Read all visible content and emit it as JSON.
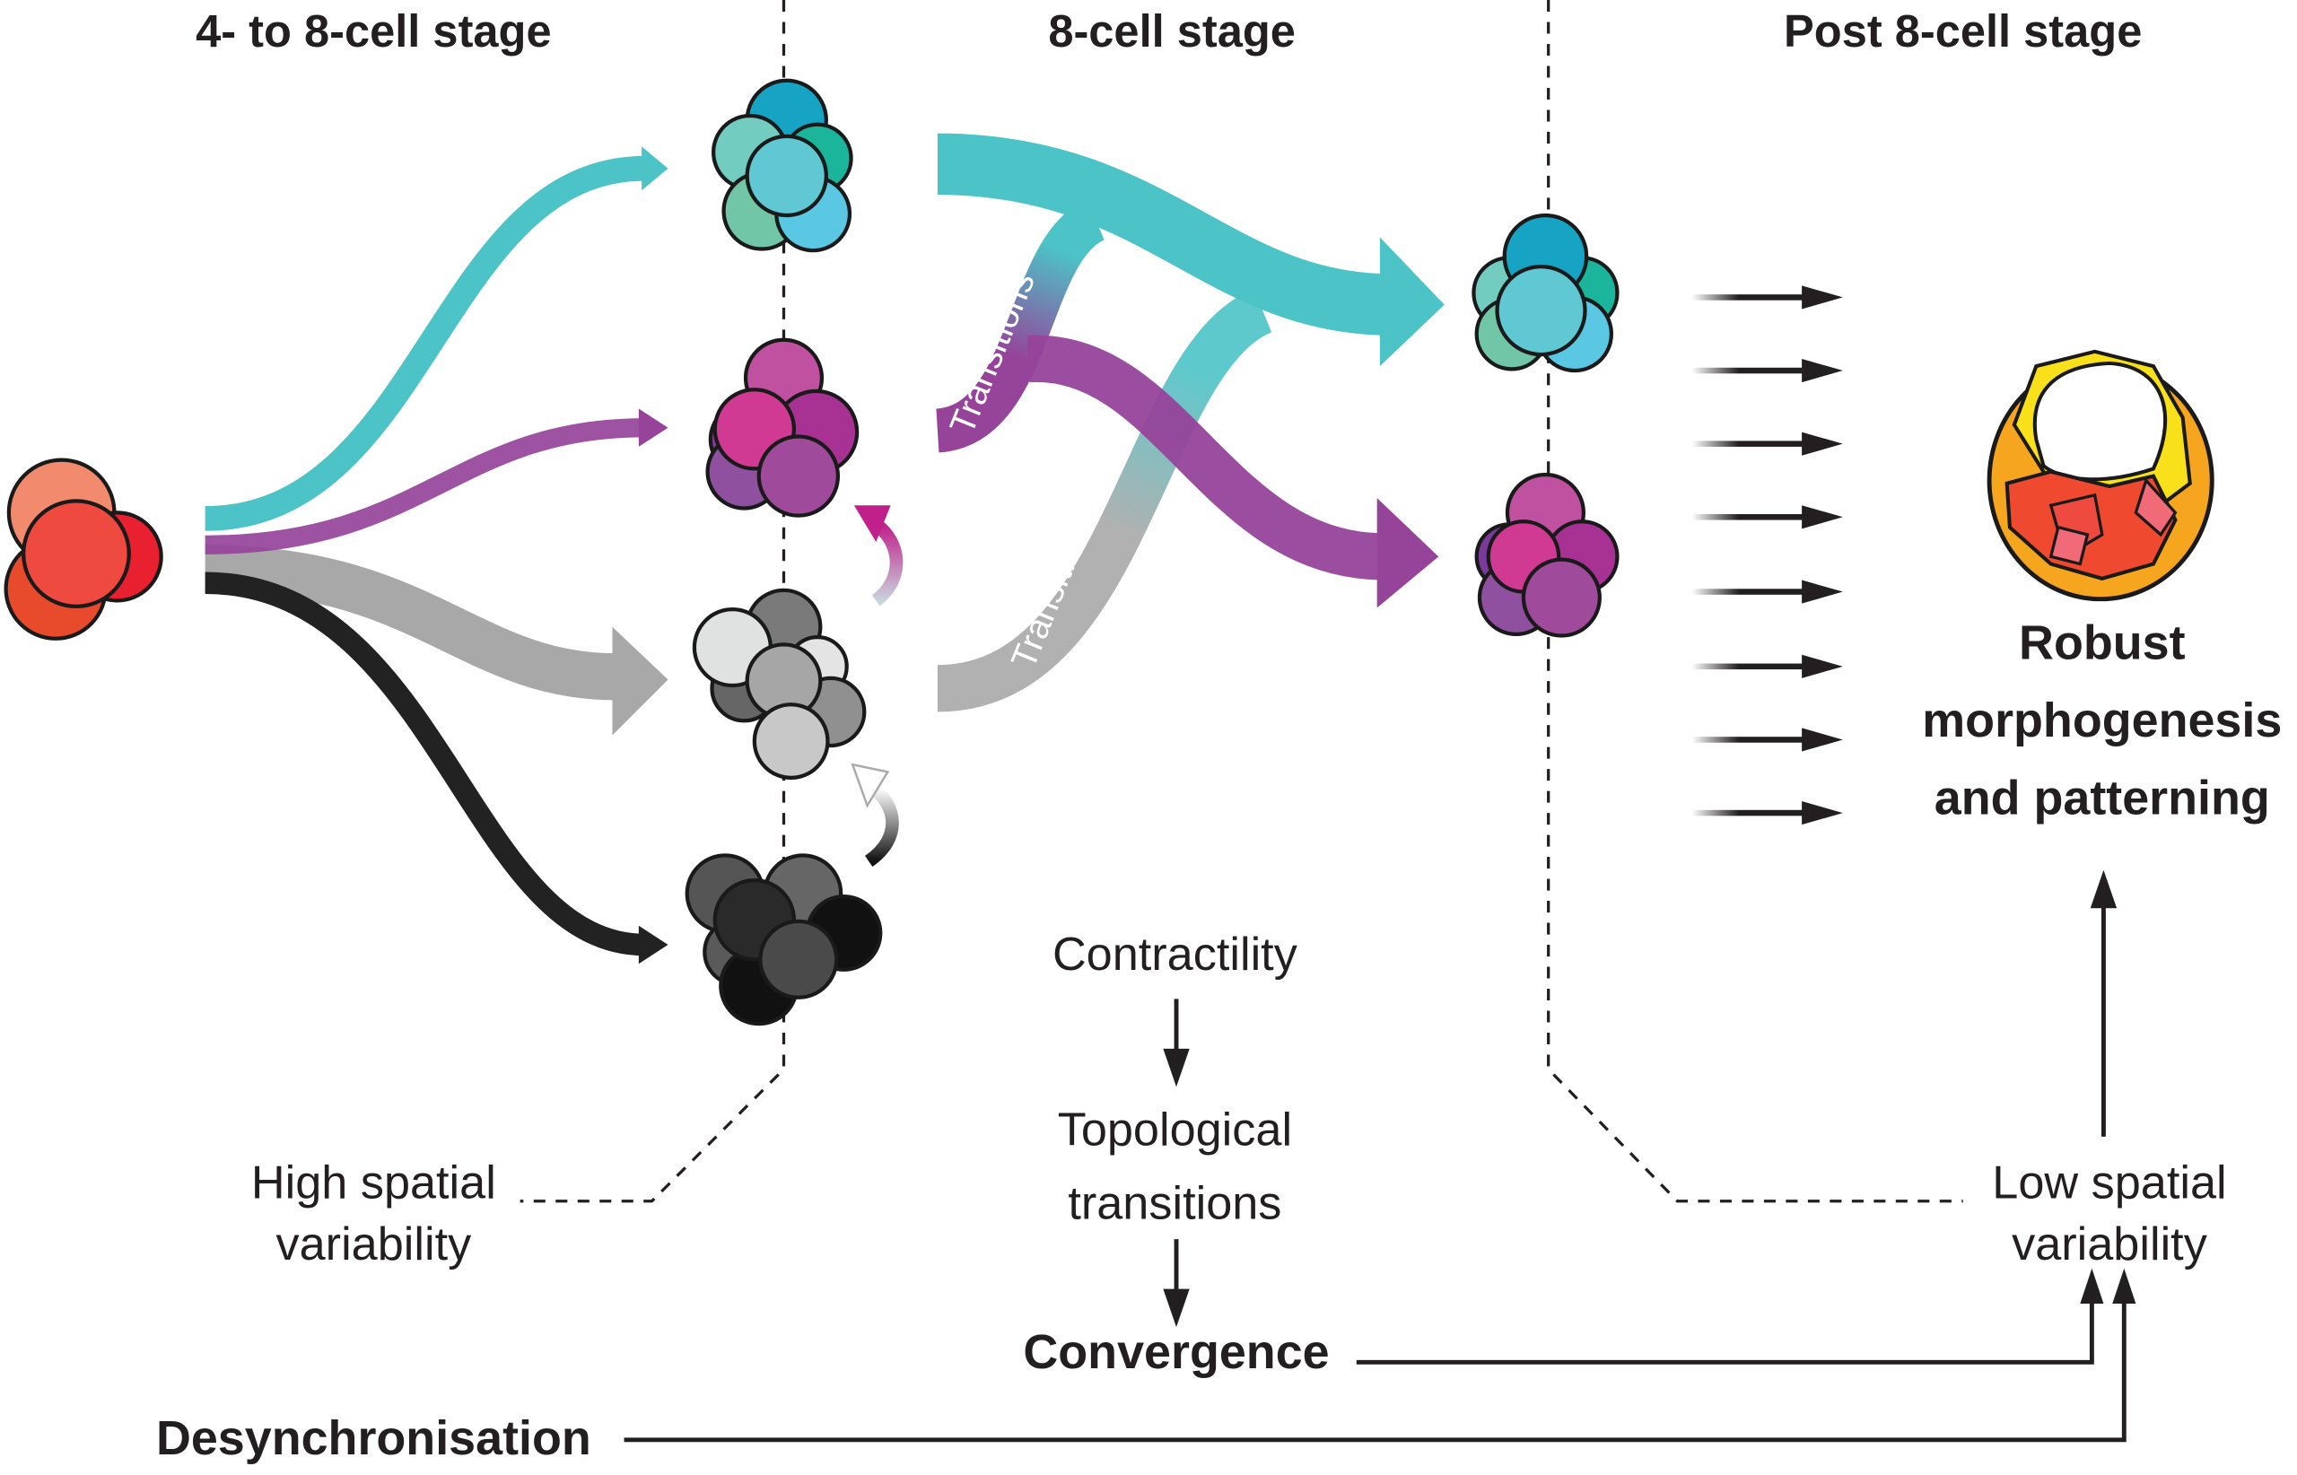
{
  "headers": {
    "stage1": "4- to 8-cell stage",
    "stage2": "8-cell stage",
    "stage3": "Post 8-cell stage"
  },
  "flow_labels": {
    "transitions_upper": "Transitions",
    "transitions_lower": "Transitions"
  },
  "left_note": {
    "line1": "High spatial",
    "line2": "variability"
  },
  "right_note": {
    "line1": "Low spatial",
    "line2": "variability"
  },
  "mechanism": {
    "step1": "Contractility",
    "step2_line1": "Topological",
    "step2_line2": "transitions",
    "step3": "Convergence"
  },
  "bottom": {
    "desync": "Desynchronisation"
  },
  "outcome": {
    "line1": "Robust",
    "line2": "morphogenesis",
    "line3": "and patterning"
  },
  "colors": {
    "teal": "#4cc3c6",
    "purple": "#96439a",
    "grey": "#a8a8a8",
    "black": "#222222",
    "red": "#ef4a40"
  }
}
